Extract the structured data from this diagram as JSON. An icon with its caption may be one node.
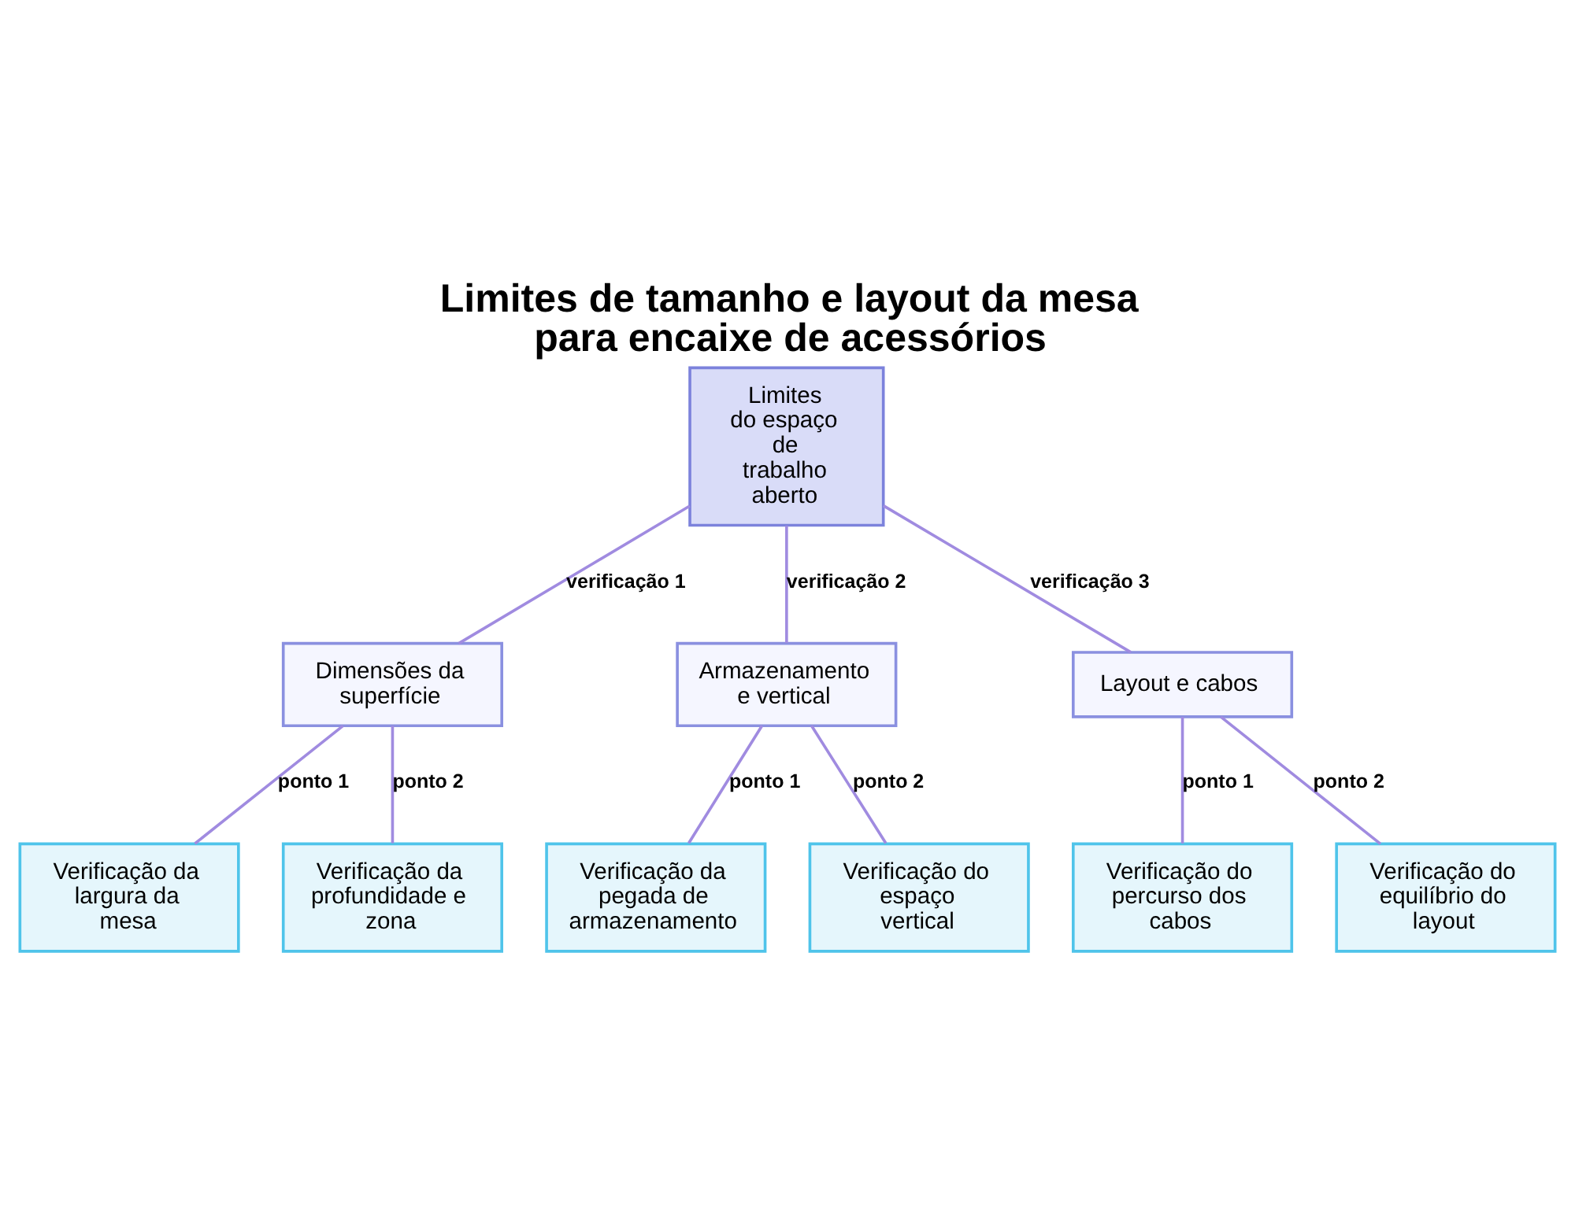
{
  "diagram": {
    "title": "Limites de tamanho e layout da mesa para encaixe de acessórios",
    "nodes": [
      {
        "text": [
          "Limites do espaço de trabalho aberto"
        ]
      },
      {
        "text": [
          "Dimensões da superfície"
        ]
      },
      {
        "text": [
          "Armazenamento e vertical"
        ]
      },
      {
        "text": [
          "Layout e cabos"
        ]
      },
      {
        "text": [
          "Verificação da largura da mesa"
        ]
      },
      {
        "text": [
          "Verificação da profundidade e zona"
        ]
      },
      {
        "text": [
          "Verificação da pegada de armazenamento"
        ]
      },
      {
        "text": [
          "Verificação do espaço vertical"
        ]
      },
      {
        "text": [
          "Verificação do percurso dos cabos"
        ]
      },
      {
        "text": [
          "Verificação do equilíbrio do layout"
        ]
      }
    ],
    "edges": [
      {
        "from": 0,
        "to": 1,
        "arrow": "none",
        "label": "verificação 1"
      },
      {
        "from": 0,
        "to": 2,
        "arrow": "none",
        "label": "verificação 2"
      },
      {
        "from": 0,
        "to": 3,
        "arrow": "none",
        "label": "verificação 3"
      },
      {
        "from": 1,
        "to": 4,
        "arrow": "none",
        "label": "ponto 1"
      },
      {
        "from": 1,
        "to": 5,
        "arrow": "none",
        "label": "ponto 2"
      },
      {
        "from": 2,
        "to": 6,
        "arrow": "none",
        "label": "ponto 1"
      },
      {
        "from": 2,
        "to": 7,
        "arrow": "none",
        "label": "ponto 2"
      },
      {
        "from": 3,
        "to": 8,
        "arrow": "none",
        "label": "ponto 1"
      },
      {
        "from": 3,
        "to": 9,
        "arrow": "none",
        "label": "ponto 2"
      }
    ]
  }
}
